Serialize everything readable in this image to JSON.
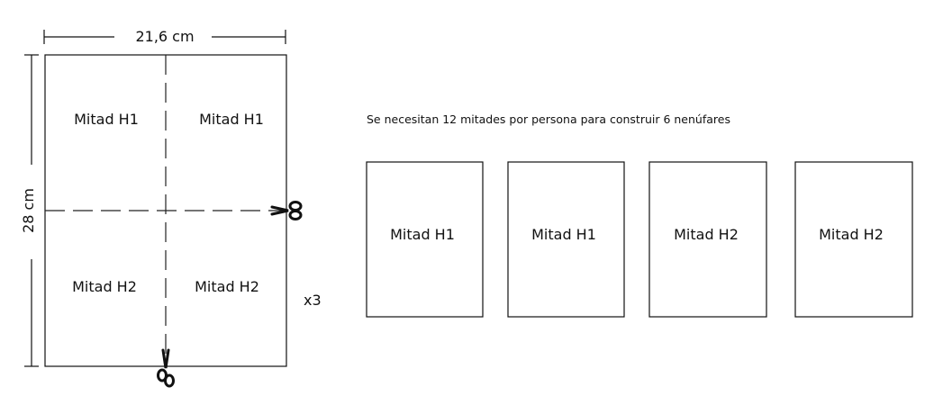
{
  "dimensions": {
    "width_label": "21,6 cm",
    "height_label": "28 cm"
  },
  "sheet": {
    "cells": [
      "Mitad H1",
      "Mitad H1",
      "Mitad H2",
      "Mitad H2"
    ],
    "multiplier": "x3"
  },
  "instruction": "Se necesitan 12 mitades por persona para construir 6 nenúfares",
  "pieces": [
    "Mitad H1",
    "Mitad H1",
    "Mitad H2",
    "Mitad H2"
  ],
  "icons": {
    "cut": "scissors-icon"
  }
}
